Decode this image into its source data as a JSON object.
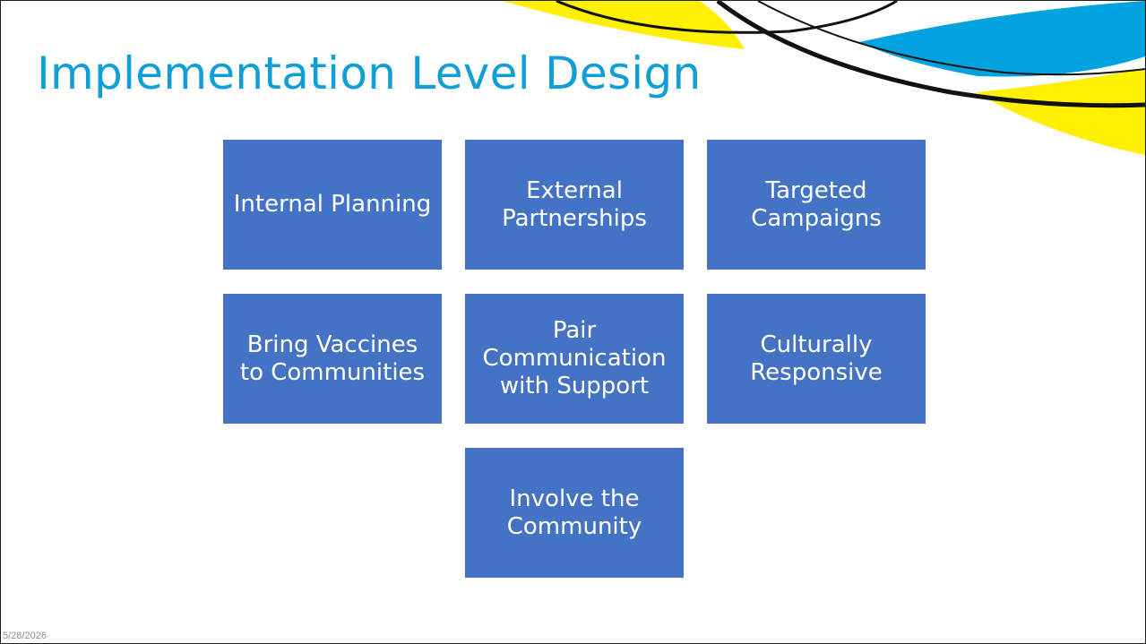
{
  "slide": {
    "title": "Implementation Level Design",
    "date": "5/28/2026"
  },
  "boxes": [
    {
      "id": "internal-planning",
      "label": "Internal Planning"
    },
    {
      "id": "external-partnerships",
      "label": "External Partnerships"
    },
    {
      "id": "targeted-campaigns",
      "label": "Targeted Campaigns"
    },
    {
      "id": "bring-vaccines",
      "label": "Bring Vaccines to Communities"
    },
    {
      "id": "pair-communication",
      "label": "Pair Communication with Support"
    },
    {
      "id": "culturally-responsive",
      "label": "Culturally Responsive"
    },
    {
      "id": "involve-community",
      "label": "Involve the Community"
    }
  ],
  "colors": {
    "title": "#0f9ed5",
    "box_fill": "#4472c4",
    "box_text": "#ffffff",
    "accent_yellow": "#ffef00",
    "accent_blue": "#00a2e0",
    "swoosh_line": "#111111"
  }
}
